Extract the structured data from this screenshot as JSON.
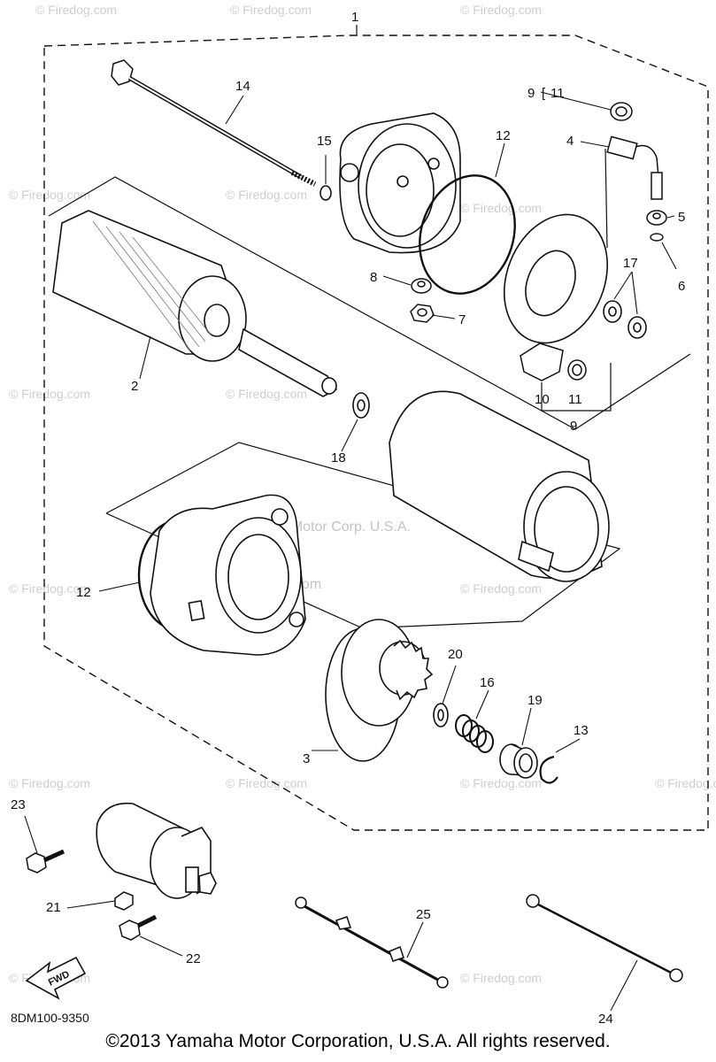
{
  "diagram": {
    "assembly_callout": "1",
    "callouts": {
      "c2": "2",
      "c3": "3",
      "c4": "4",
      "c5": "5",
      "c6": "6",
      "c7": "7",
      "c8": "8",
      "c9_top": "9",
      "c9_top_range": "11",
      "c9_bottom": "9",
      "c10": "10",
      "c11": "11",
      "c12_top": "12",
      "c12_left": "12",
      "c13": "13",
      "c14": "14",
      "c15": "15",
      "c16": "16",
      "c17": "17",
      "c18": "18",
      "c19": "19",
      "c20": "20",
      "c21": "21",
      "c22": "22",
      "c23": "23",
      "c24": "24",
      "c25": "25"
    },
    "fwd_label": "FWD",
    "part_code": "8DM100-9350",
    "watermark_center": "Yamaha Motor Corp. U.S.A.",
    "watermark_site": "© Firedog.com",
    "copyright": "©2013 Yamaha Motor Corporation, U.S.A. All rights reserved."
  }
}
